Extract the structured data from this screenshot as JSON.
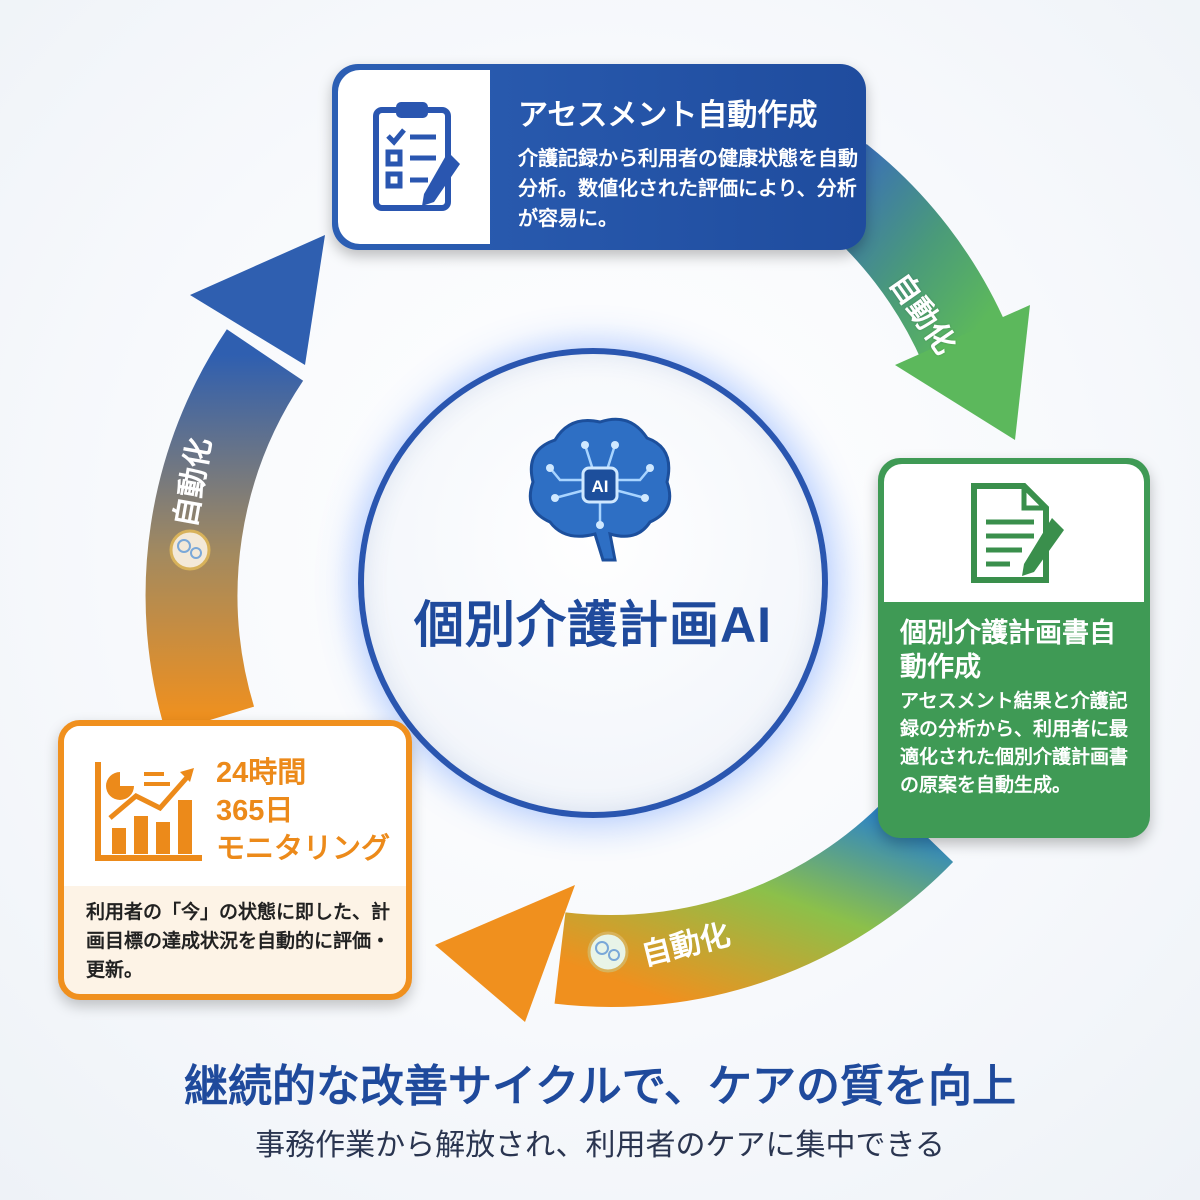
{
  "center": {
    "title": "個別介護計画AI",
    "icon": "ai-brain-icon",
    "icon_text": "AI"
  },
  "cards": {
    "top": {
      "title": "アセスメント自動作成",
      "description": "介護記録から利用者の健康状態を自動分析。数値化された評価により、分析が容易に。",
      "icon": "clipboard-checklist-icon",
      "color": "#2c5fb4"
    },
    "right": {
      "title": "個別介護計画書自動作成",
      "description": "アセスメント結果と介護記録の分析から、利用者に最適化された個別介護計画書の原案を自動生成。",
      "icon": "document-pen-icon",
      "color": "#3f9a55"
    },
    "left": {
      "stat_line1": "24時間",
      "stat_line2": "365日",
      "stat_line3": "モニタリング",
      "description": "利用者の「今」の状態に即した、計画目標の達成状況を自動的に評価・更新。",
      "icon": "growth-chart-icon",
      "color": "#f0901e"
    }
  },
  "arrows": {
    "top_right": {
      "label": "自動化"
    },
    "bottom": {
      "label": "自動化"
    },
    "left": {
      "label": "自動化"
    }
  },
  "footer": {
    "headline": "継続的な改善サイクルで、ケアの質を向上",
    "subline": "事務作業から解放され、利用者のケアに集中できる"
  }
}
